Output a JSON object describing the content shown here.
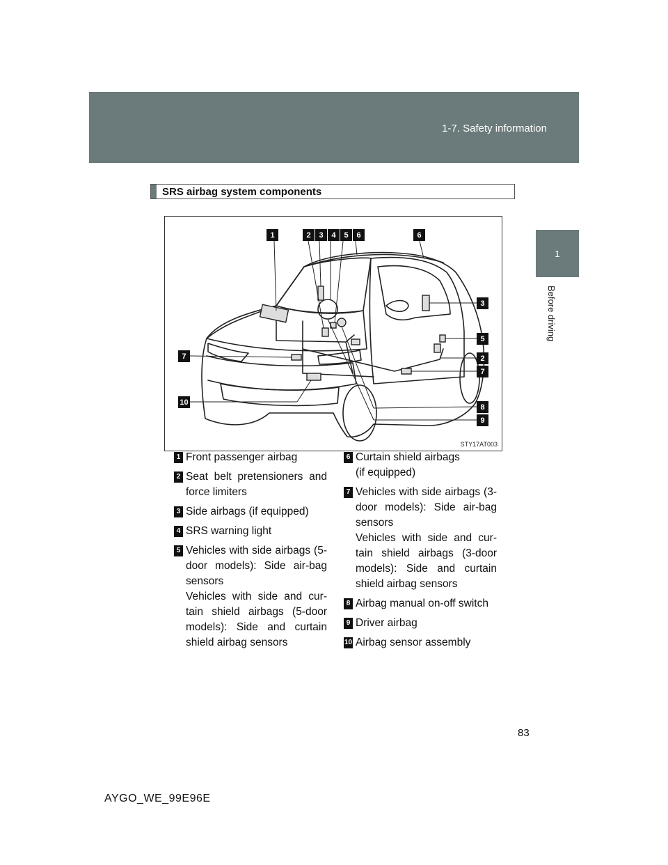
{
  "header": {
    "section": "1-7. Safety information"
  },
  "side_tab": {
    "chapter_number": "1",
    "chapter_title": "Before driving"
  },
  "section_title": "SRS airbag system components",
  "figure": {
    "code": "STY17AT003",
    "callouts_top": [
      "1",
      "2",
      "3",
      "4",
      "5",
      "6",
      "6"
    ],
    "callouts_right": [
      "3",
      "5",
      "2",
      "7",
      "8",
      "9"
    ],
    "callouts_left": [
      "7",
      "10"
    ]
  },
  "items_left": [
    {
      "num": "1",
      "lines": [
        "Front passenger airbag"
      ]
    },
    {
      "num": "2",
      "lines": [
        "Seat belt pretensioners and force limiters"
      ]
    },
    {
      "num": "3",
      "lines": [
        "Side airbags (if equipped)"
      ]
    },
    {
      "num": "4",
      "lines": [
        "SRS warning light"
      ]
    },
    {
      "num": "5",
      "lines": [
        "Vehicles with side airbags (5-door models): Side air-bag sensors",
        "Vehicles with side and cur-tain shield airbags (5-door models): Side and curtain shield airbag sensors"
      ]
    }
  ],
  "items_right": [
    {
      "num": "6",
      "lines": [
        "Curtain shield airbags",
        "(if equipped)"
      ]
    },
    {
      "num": "7",
      "lines": [
        "Vehicles with side airbags (3-door models): Side air-bag sensors",
        "Vehicles with side and cur-tain shield airbags (3-door models): Side and curtain shield airbag sensors"
      ]
    },
    {
      "num": "8",
      "lines": [
        "Airbag manual on-off switch"
      ]
    },
    {
      "num": "9",
      "lines": [
        "Driver airbag"
      ]
    },
    {
      "num": "10",
      "lines": [
        "Airbag sensor assembly"
      ]
    }
  ],
  "footer": {
    "page_number": "83",
    "doc_code": "AYGO_WE_99E96E"
  }
}
